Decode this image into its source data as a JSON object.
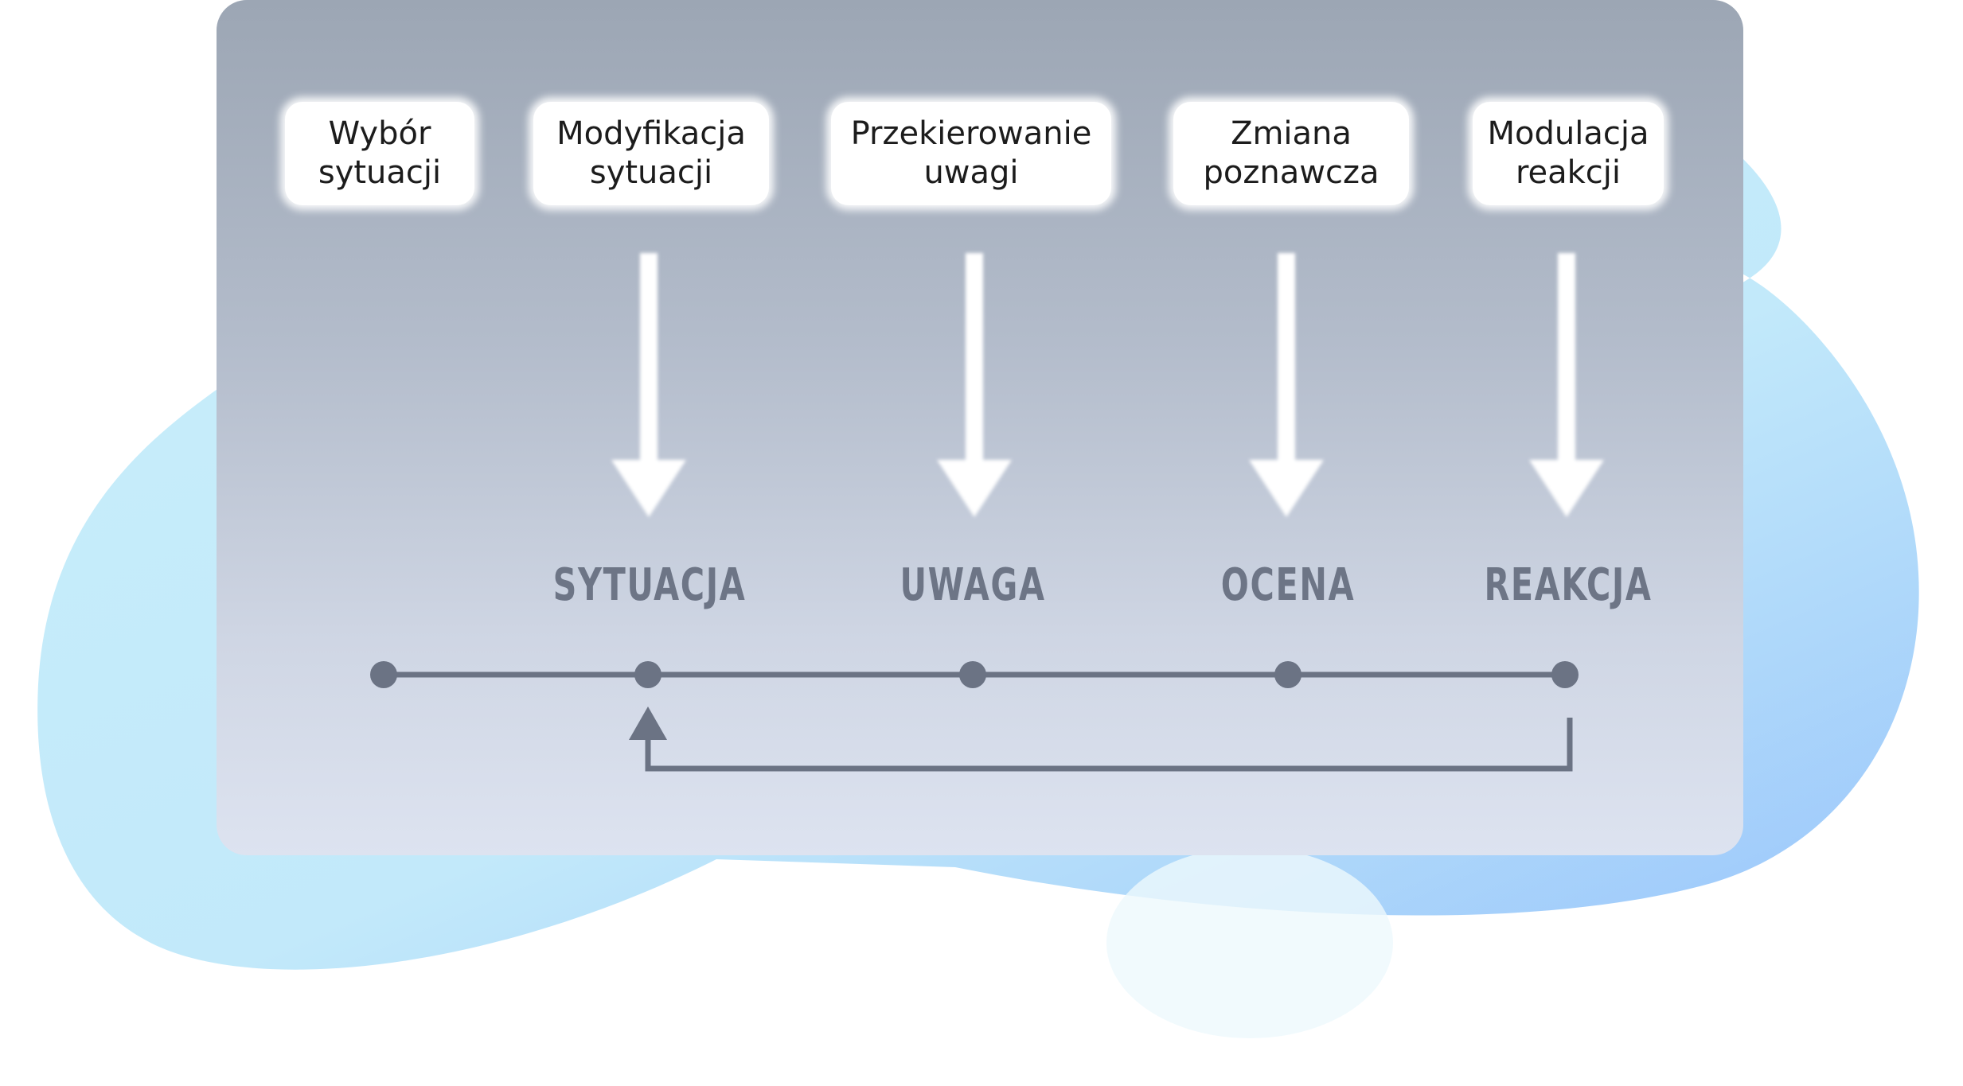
{
  "diagram": {
    "strategies": [
      {
        "id": "situation-selection",
        "label": "Wybór\nsytuacji"
      },
      {
        "id": "situation-modification",
        "label": "Modyfikacja\nsytuacji"
      },
      {
        "id": "attentional-deployment",
        "label": "Przekierowanie\nuwagi"
      },
      {
        "id": "cognitive-change",
        "label": "Zmiana\npoznawcza"
      },
      {
        "id": "response-modulation",
        "label": "Modulacja\nreakcji"
      }
    ],
    "stages": [
      {
        "id": "situation",
        "label": "SYTUACJA"
      },
      {
        "id": "attention",
        "label": "UWAGA"
      },
      {
        "id": "appraisal",
        "label": "OCENA"
      },
      {
        "id": "response",
        "label": "REAKCJA"
      }
    ],
    "colors": {
      "timeline": "#6b7384",
      "arrow": "#ffffff",
      "blob_light": "#c5ecf9",
      "blob_dark": "#9dc9fb"
    }
  }
}
